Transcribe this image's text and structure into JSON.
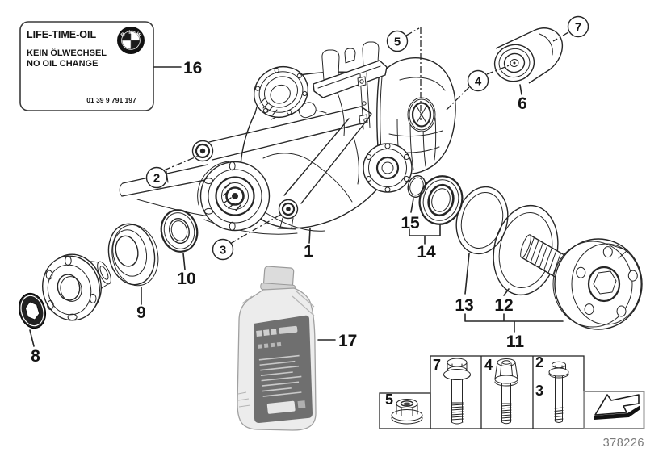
{
  "label_plate": {
    "title": "LIFE-TIME-OIL",
    "subtitle_de": "KEIN ÖLWECHSEL",
    "subtitle_en": "NO OIL CHANGE",
    "part_code": "01 39 9 791 197",
    "logo_letters": [
      "B",
      "M",
      "W"
    ]
  },
  "callouts": {
    "n1": "1",
    "n2": "2",
    "n3": "3",
    "n4": "4",
    "n5": "5",
    "n6": "6",
    "n7": "7",
    "n8": "8",
    "n9": "9",
    "n10": "10",
    "n11": "11",
    "n12": "12",
    "n13": "13",
    "n14": "14",
    "n15": "15",
    "n16": "16",
    "n17": "17"
  },
  "legend_box": {
    "nut_label": "5",
    "bolt_flange_label": "7",
    "bolt_torx_label": "4",
    "bolt_small_top_label": "2",
    "bolt_small_bottom_label": "3"
  },
  "drawing_number": "378226",
  "colors": {
    "line": "#262626",
    "bottle_body": "#ececec",
    "bottle_label": "#6f6f6f",
    "muted_text": "#7a7a7a"
  }
}
